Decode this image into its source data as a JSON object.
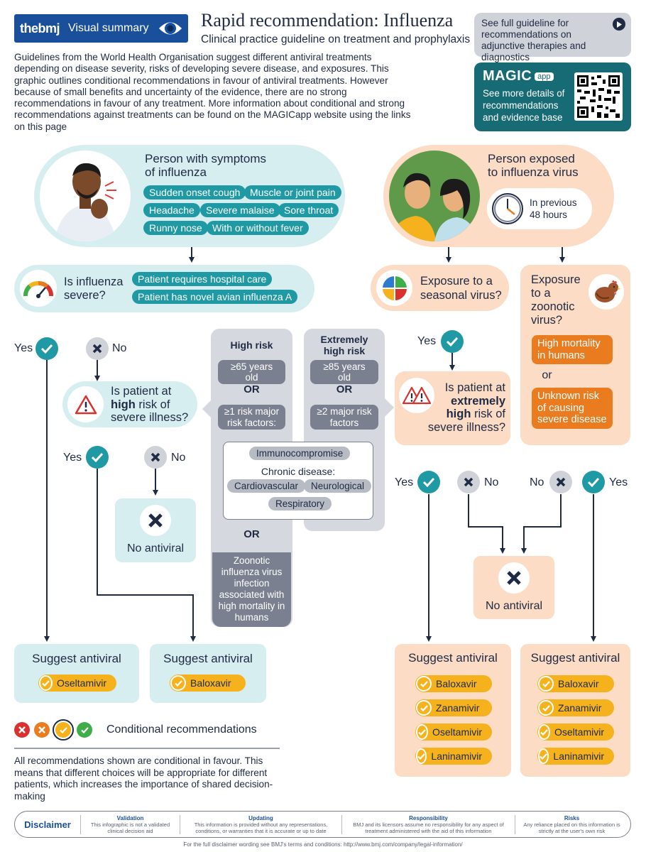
{
  "header": {
    "logo_brand": "thebmj",
    "logo_label": "Visual summary",
    "title": "Rapid recommendation: Influenza",
    "subtitle": "Clinical practice guideline on treatment and prophylaxis",
    "intro": "Guidelines from the World Health Organisation suggest different antiviral treatments depending on disease severity, risks of developing severe disease, and exposures. This graphic outlines conditional recommendations in favour of antiviral treatments. However because of small benefits  and uncertainty of the evidence, there are no strong recommendations in favour of any treatment. More information about conditional and strong recommendations against treatments can be found on the MAGICapp website using the links on this page",
    "guideline_link": "See full guideline for recommendations on adjunctive therapies and diagnostics",
    "magic_brand": "MAGIC",
    "magic_app": "app",
    "magic_text": "See more details of recommendations and evidence base"
  },
  "symptoms": {
    "title_l1": "Person with symptoms",
    "title_l2": "of influenza",
    "items": [
      "Sudden onset cough",
      "Muscle or joint pain",
      "Headache",
      "Severe malaise",
      "Sore throat",
      "Runny nose",
      "With or without fever"
    ]
  },
  "exposed": {
    "title_l1": "Person exposed",
    "title_l2": "to influenza virus",
    "time_l1": "In previous",
    "time_l2": "48 hours"
  },
  "severe": {
    "q_l1": "Is influenza",
    "q_l2": "severe?",
    "criteria": [
      "Patient requires hospital care",
      "Patient has novel avian influenza A"
    ]
  },
  "seasonal": {
    "q_l1": "Exposure to a",
    "q_l2": "seasonal virus?"
  },
  "zoonotic": {
    "q": [
      "Exposure",
      "to a",
      "zoonotic",
      "virus?"
    ],
    "opt1": "High mortality in humans",
    "or": "or",
    "opt2": "Unknown risk of causing severe disease"
  },
  "labels": {
    "yes": "Yes",
    "no": "No",
    "or": "OR"
  },
  "high_risk_q": {
    "l1": "Is patient at",
    "l2_bold": "high",
    "l2_rest": " risk of",
    "l3": "severe illness?"
  },
  "ext_risk_q": {
    "l1": "Is patient at",
    "l2_bold": "extremely",
    "l3_bold": "high",
    "l3_rest": " risk of",
    "l4": "severe illness?"
  },
  "high_risk_panel": {
    "title": "High risk",
    "age": "≥65 years old",
    "factors": "≥1 risk major risk factors:",
    "zoonotic": "Zoonotic influenza virus infection associated with high mortality in humans"
  },
  "ext_risk_panel": {
    "title_l1": "Extremely",
    "title_l2": "high risk",
    "age": "≥85 years old",
    "factors": "≥2 major risk factors"
  },
  "risk_factors": {
    "immuno": "Immunocompromise",
    "chronic": "Chronic disease:",
    "items": [
      "Cardiovascular",
      "Neurological",
      "Respiratory"
    ]
  },
  "no_antiviral": "No antiviral",
  "suggest": "Suggest antiviral",
  "drugs": {
    "severe": [
      "Oseltamivir"
    ],
    "high_risk": [
      "Baloxavir"
    ],
    "seasonal": [
      "Baloxavir",
      "Zanamivir",
      "Oseltamivir",
      "Laninamivir"
    ],
    "zoonotic": [
      "Baloxavir",
      "Zanamivir",
      "Oseltamivir",
      "Laninamivir"
    ]
  },
  "legend": {
    "label": "Conditional recommendations",
    "note": "All recommendations shown are conditional in favour. This means that different choices will be appropriate for different patients, which increases the importance of shared decision-making"
  },
  "disclaimer": {
    "label": "Disclaimer",
    "sections": [
      {
        "title": "Validation",
        "text": "This infographic is not a validated clinical decision aid"
      },
      {
        "title": "Updating",
        "text": "This information is provided without any representations, conditions, or warranties that it is accurate or up to date"
      },
      {
        "title": "Responsibility",
        "text": "BMJ and its licensors assume no responsibility for any aspect of treatment administered with the aid of this information"
      },
      {
        "title": "Risks",
        "text": "Any reliance placed on this information is strictly at the user's own risk"
      }
    ],
    "footer": "For the full disclaimer wording see BMJ's terms and conditions: http://www.bmj.com/company/legal-information/"
  },
  "colors": {
    "teal": "#1f9aa4",
    "orange": "#ea7b1e",
    "amber": "#f5b21d",
    "navy": "#1f2a44",
    "bmj_blue": "#1a4f9c",
    "magic_teal": "#176b74"
  }
}
